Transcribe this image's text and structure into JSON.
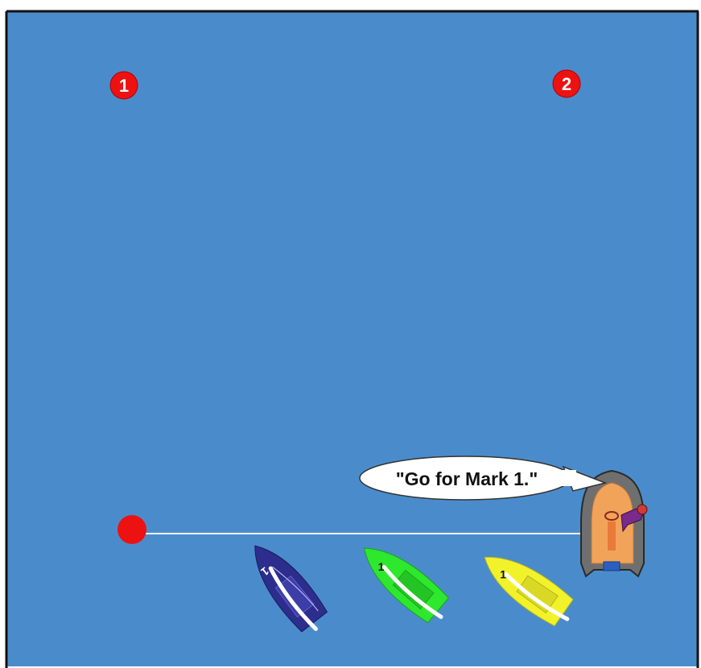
{
  "colors": {
    "water": "#4a8ccb",
    "frame": "#111111",
    "mark": "#ee1111",
    "start_line": "#ffffff",
    "boat_blue": "#2d2d8e",
    "boat_green": "#2ee82e",
    "boat_yellow": "#f2f22a",
    "committee_hull": "#7a7a7a",
    "committee_deck": "#f2a35a"
  },
  "marks": [
    {
      "label": "1"
    },
    {
      "label": "2"
    }
  ],
  "pin_end": {
    "icon": "red-buoy-icon"
  },
  "committee_boat": {
    "icon": "committee-boat-icon",
    "speech": "\"Go for Mark 1.\""
  },
  "boats": [
    {
      "color_key": "boat_blue",
      "sail_number": "1"
    },
    {
      "color_key": "boat_green",
      "sail_number": "1"
    },
    {
      "color_key": "boat_yellow",
      "sail_number": "1"
    }
  ]
}
